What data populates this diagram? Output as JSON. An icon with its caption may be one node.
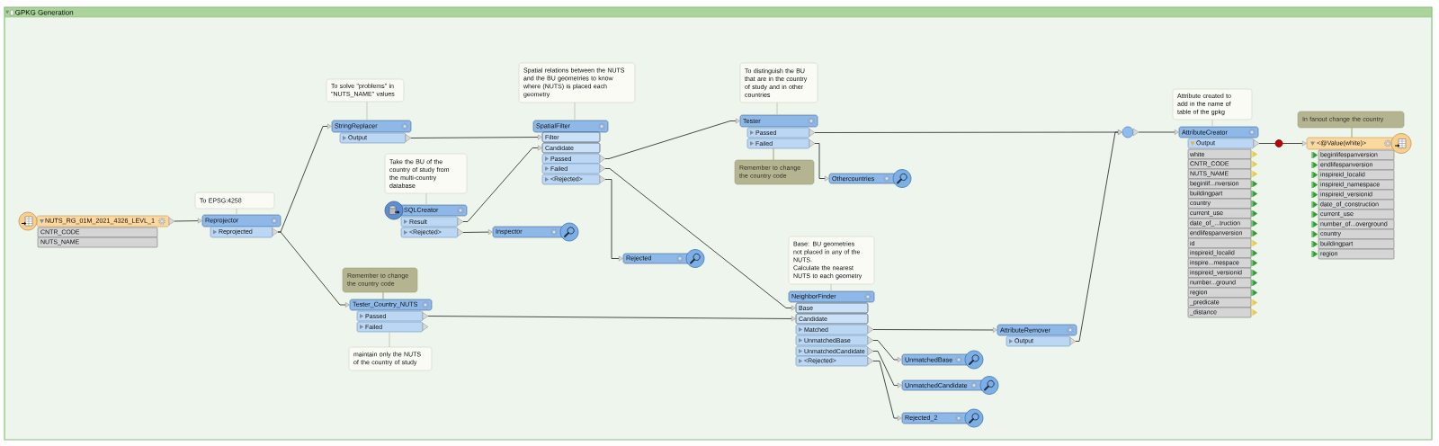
{
  "diagram": {
    "nodes": [
      {
        "text": [
          "GPKG Generation"
        ]
      },
      {
        "text": [
          "NUTS_RG_01M_2021_4326_LEVL_1"
        ],
        "in": 0
      },
      {
        "text": [
          "CNTR_CODE"
        ],
        "in": 0
      },
      {
        "text": [
          "NUTS_NAME"
        ],
        "in": 0
      },
      {
        "text": [
          "To EPSG:4258"
        ],
        "in": 0
      },
      {
        "text": [
          "Reprojector"
        ],
        "in": 0
      },
      {
        "text": [
          "Reprojected"
        ],
        "in": 0
      },
      {
        "text": [
          "To solve \"problems\" in \"NUTS_NAME\" values"
        ],
        "in": 0
      },
      {
        "text": [
          "StringReplacer"
        ],
        "in": 0
      },
      {
        "text": [
          "Output"
        ],
        "in": 0
      },
      {
        "text": [
          "Take the BU of the country of study from the multi-country database"
        ],
        "in": 0
      },
      {
        "text": [
          "SQLCreator"
        ],
        "in": 0
      },
      {
        "text": [
          "Result"
        ],
        "in": 0
      },
      {
        "text": [
          "<Rejected>"
        ],
        "in": 0
      },
      {
        "text": [
          "Inspector"
        ],
        "in": 0
      },
      {
        "text": [
          "Spatial relations between the NUTS and the BU geometries to know where (NUTS) is placed each geometry"
        ],
        "in": 0
      },
      {
        "text": [
          "SpatialFilter"
        ],
        "in": 0
      },
      {
        "text": [
          "Filter"
        ],
        "in": 0
      },
      {
        "text": [
          "Candidate"
        ],
        "in": 0
      },
      {
        "text": [
          "Passed"
        ],
        "in": 0
      },
      {
        "text": [
          "Failed"
        ],
        "in": 0
      },
      {
        "text": [
          "<Rejected>"
        ],
        "in": 0
      },
      {
        "text": [
          "Rejected"
        ],
        "in": 0
      },
      {
        "text": [
          "Remember to change the country code"
        ],
        "in": 0
      },
      {
        "text": [
          "Tester_Country_NUTS"
        ],
        "in": 0
      },
      {
        "text": [
          "Passed"
        ],
        "in": 0
      },
      {
        "text": [
          "Failed"
        ],
        "in": 0
      },
      {
        "text": [
          "maintain only the NUTS of the country of study"
        ],
        "in": 0
      },
      {
        "text": [
          "To distinguish the BU that are in the country of study and in other countries"
        ],
        "in": 0
      },
      {
        "text": [
          "Tester"
        ],
        "in": 0
      },
      {
        "text": [
          "Passed"
        ],
        "in": 0
      },
      {
        "text": [
          "Failed"
        ],
        "in": 0
      },
      {
        "text": [
          "Remember to change the country code"
        ],
        "in": 0
      },
      {
        "text": [
          "Othercountries"
        ],
        "in": 0
      },
      {
        "text": [
          "Base: BU geometries not placed in any of the NUTS.",
          "Calculate the nearest NUTS to each geometry"
        ],
        "in": 0
      },
      {
        "text": [
          "NeighborFinder"
        ],
        "in": 0
      },
      {
        "text": [
          "Base"
        ],
        "in": 0
      },
      {
        "text": [
          "Candidate"
        ],
        "in": 0
      },
      {
        "text": [
          "Matched"
        ],
        "in": 0
      },
      {
        "text": [
          "UnmatchedBase"
        ],
        "in": 0
      },
      {
        "text": [
          "UnmatchedCandidate"
        ],
        "in": 0
      },
      {
        "text": [
          "<Rejected>"
        ],
        "in": 0
      },
      {
        "text": [
          "UnmatchedBase"
        ],
        "in": 0
      },
      {
        "text": [
          "UnmatchedCandidate"
        ],
        "in": 0
      },
      {
        "text": [
          "Rejected_2"
        ],
        "in": 0
      },
      {
        "text": [
          "AttributeRemover"
        ],
        "in": 0
      },
      {
        "text": [
          "Output"
        ],
        "in": 0
      },
      {
        "text": [],
        "shape": "circle",
        "in": 0
      },
      {
        "text": [
          "Attribute created to add in the name of table of the gpkg"
        ],
        "in": 0
      },
      {
        "text": [
          "AttributeCreator"
        ],
        "in": 0
      },
      {
        "text": [
          "Output"
        ],
        "in": 0
      },
      {
        "text": [
          "white"
        ],
        "in": 0
      },
      {
        "text": [
          "CNTR_CODE"
        ],
        "in": 0
      },
      {
        "text": [
          "NUTS_NAME"
        ],
        "in": 0
      },
      {
        "text": [
          "beginlif...nversion"
        ],
        "in": 0
      },
      {
        "text": [
          "buildingpart"
        ],
        "in": 0
      },
      {
        "text": [
          "country"
        ],
        "in": 0
      },
      {
        "text": [
          "current_use"
        ],
        "in": 0
      },
      {
        "text": [
          "date_of_...truction"
        ],
        "in": 0
      },
      {
        "text": [
          "endlifespanversion"
        ],
        "in": 0
      },
      {
        "text": [
          "id"
        ],
        "in": 0
      },
      {
        "text": [
          "inspireid_localid"
        ],
        "in": 0
      },
      {
        "text": [
          "inspire...mespace"
        ],
        "in": 0
      },
      {
        "text": [
          "inspireid_versionid"
        ],
        "in": 0
      },
      {
        "text": [
          "number...ground"
        ],
        "in": 0
      },
      {
        "text": [
          "region"
        ],
        "in": 0
      },
      {
        "text": [
          "_predicate"
        ],
        "in": 0
      },
      {
        "text": [
          "_distance"
        ],
        "in": 0
      },
      {
        "text": [],
        "shape": "circle",
        "in": 0
      },
      {
        "text": [
          "In fanout change the country"
        ],
        "in": 0
      },
      {
        "text": [
          "<@Value(white)>"
        ],
        "in": 0
      },
      {
        "text": [
          "beginlifespanversion"
        ],
        "in": 0
      },
      {
        "text": [
          "endlifespanversion"
        ],
        "in": 0
      },
      {
        "text": [
          "inspireid_localid"
        ],
        "in": 0
      },
      {
        "text": [
          "inspireid_namespace"
        ],
        "in": 0
      },
      {
        "text": [
          "inspireid_versionid"
        ],
        "in": 0
      },
      {
        "text": [
          "date_of_construction"
        ],
        "in": 0
      },
      {
        "text": [
          "current_use"
        ],
        "in": 0
      },
      {
        "text": [
          "number_of...overground"
        ],
        "in": 0
      },
      {
        "text": [
          "country"
        ],
        "in": 0
      },
      {
        "text": [
          "buildingpart"
        ],
        "in": 0
      },
      {
        "text": [
          "region"
        ],
        "in": 0
      }
    ],
    "edges": [
      {
        "from": 1,
        "to": 5,
        "arrow": "to"
      },
      {
        "from": 6,
        "to": 8,
        "arrow": "to"
      },
      {
        "from": 6,
        "to": 24,
        "arrow": "to"
      },
      {
        "from": 9,
        "to": 17,
        "arrow": "to"
      },
      {
        "from": 12,
        "to": 18,
        "arrow": "to"
      },
      {
        "from": 13,
        "to": 14,
        "arrow": "to"
      },
      {
        "from": 19,
        "to": 29,
        "arrow": "to"
      },
      {
        "from": 20,
        "to": 36,
        "arrow": "to"
      },
      {
        "from": 21,
        "to": 22,
        "arrow": "to"
      },
      {
        "from": 25,
        "to": 37,
        "arrow": "to"
      },
      {
        "from": 30,
        "to": 47,
        "arrow": "to"
      },
      {
        "from": 31,
        "to": 33,
        "arrow": "to"
      },
      {
        "from": 38,
        "to": 45,
        "arrow": "to"
      },
      {
        "from": 39,
        "to": 42,
        "arrow": "to"
      },
      {
        "from": 40,
        "to": 43,
        "arrow": "to"
      },
      {
        "from": 41,
        "to": 44,
        "arrow": "to"
      },
      {
        "from": 46,
        "to": 47,
        "arrow": "to"
      },
      {
        "from": 47,
        "to": 49,
        "arrow": "to"
      },
      {
        "from": 50,
        "to": 68,
        "arrow": "none"
      },
      {
        "from": 68,
        "to": 70,
        "arrow": "to"
      },
      {
        "from": 4,
        "to": 5,
        "arrow": "none",
        "color": "#cccbbd"
      },
      {
        "from": 7,
        "to": 8,
        "arrow": "none",
        "color": "#cccbbd"
      },
      {
        "from": 10,
        "to": 11,
        "arrow": "none",
        "color": "#cccbbd"
      },
      {
        "from": 15,
        "to": 16,
        "arrow": "none",
        "color": "#cccbbd"
      },
      {
        "from": 23,
        "to": 24,
        "arrow": "none",
        "color": "#a9a785"
      },
      {
        "from": 27,
        "to": 26,
        "arrow": "none",
        "color": "#cccbbd"
      },
      {
        "from": 28,
        "to": 29,
        "arrow": "none",
        "color": "#cccbbd"
      },
      {
        "from": 32,
        "to": 31,
        "arrow": "none",
        "color": "#a9a785"
      },
      {
        "from": 34,
        "to": 35,
        "arrow": "none",
        "color": "#cccbbd"
      },
      {
        "from": 48,
        "to": 49,
        "arrow": "none",
        "color": "#cccbbd"
      },
      {
        "from": 69,
        "to": 70,
        "arrow": "none",
        "color": "#a9a785"
      }
    ]
  }
}
